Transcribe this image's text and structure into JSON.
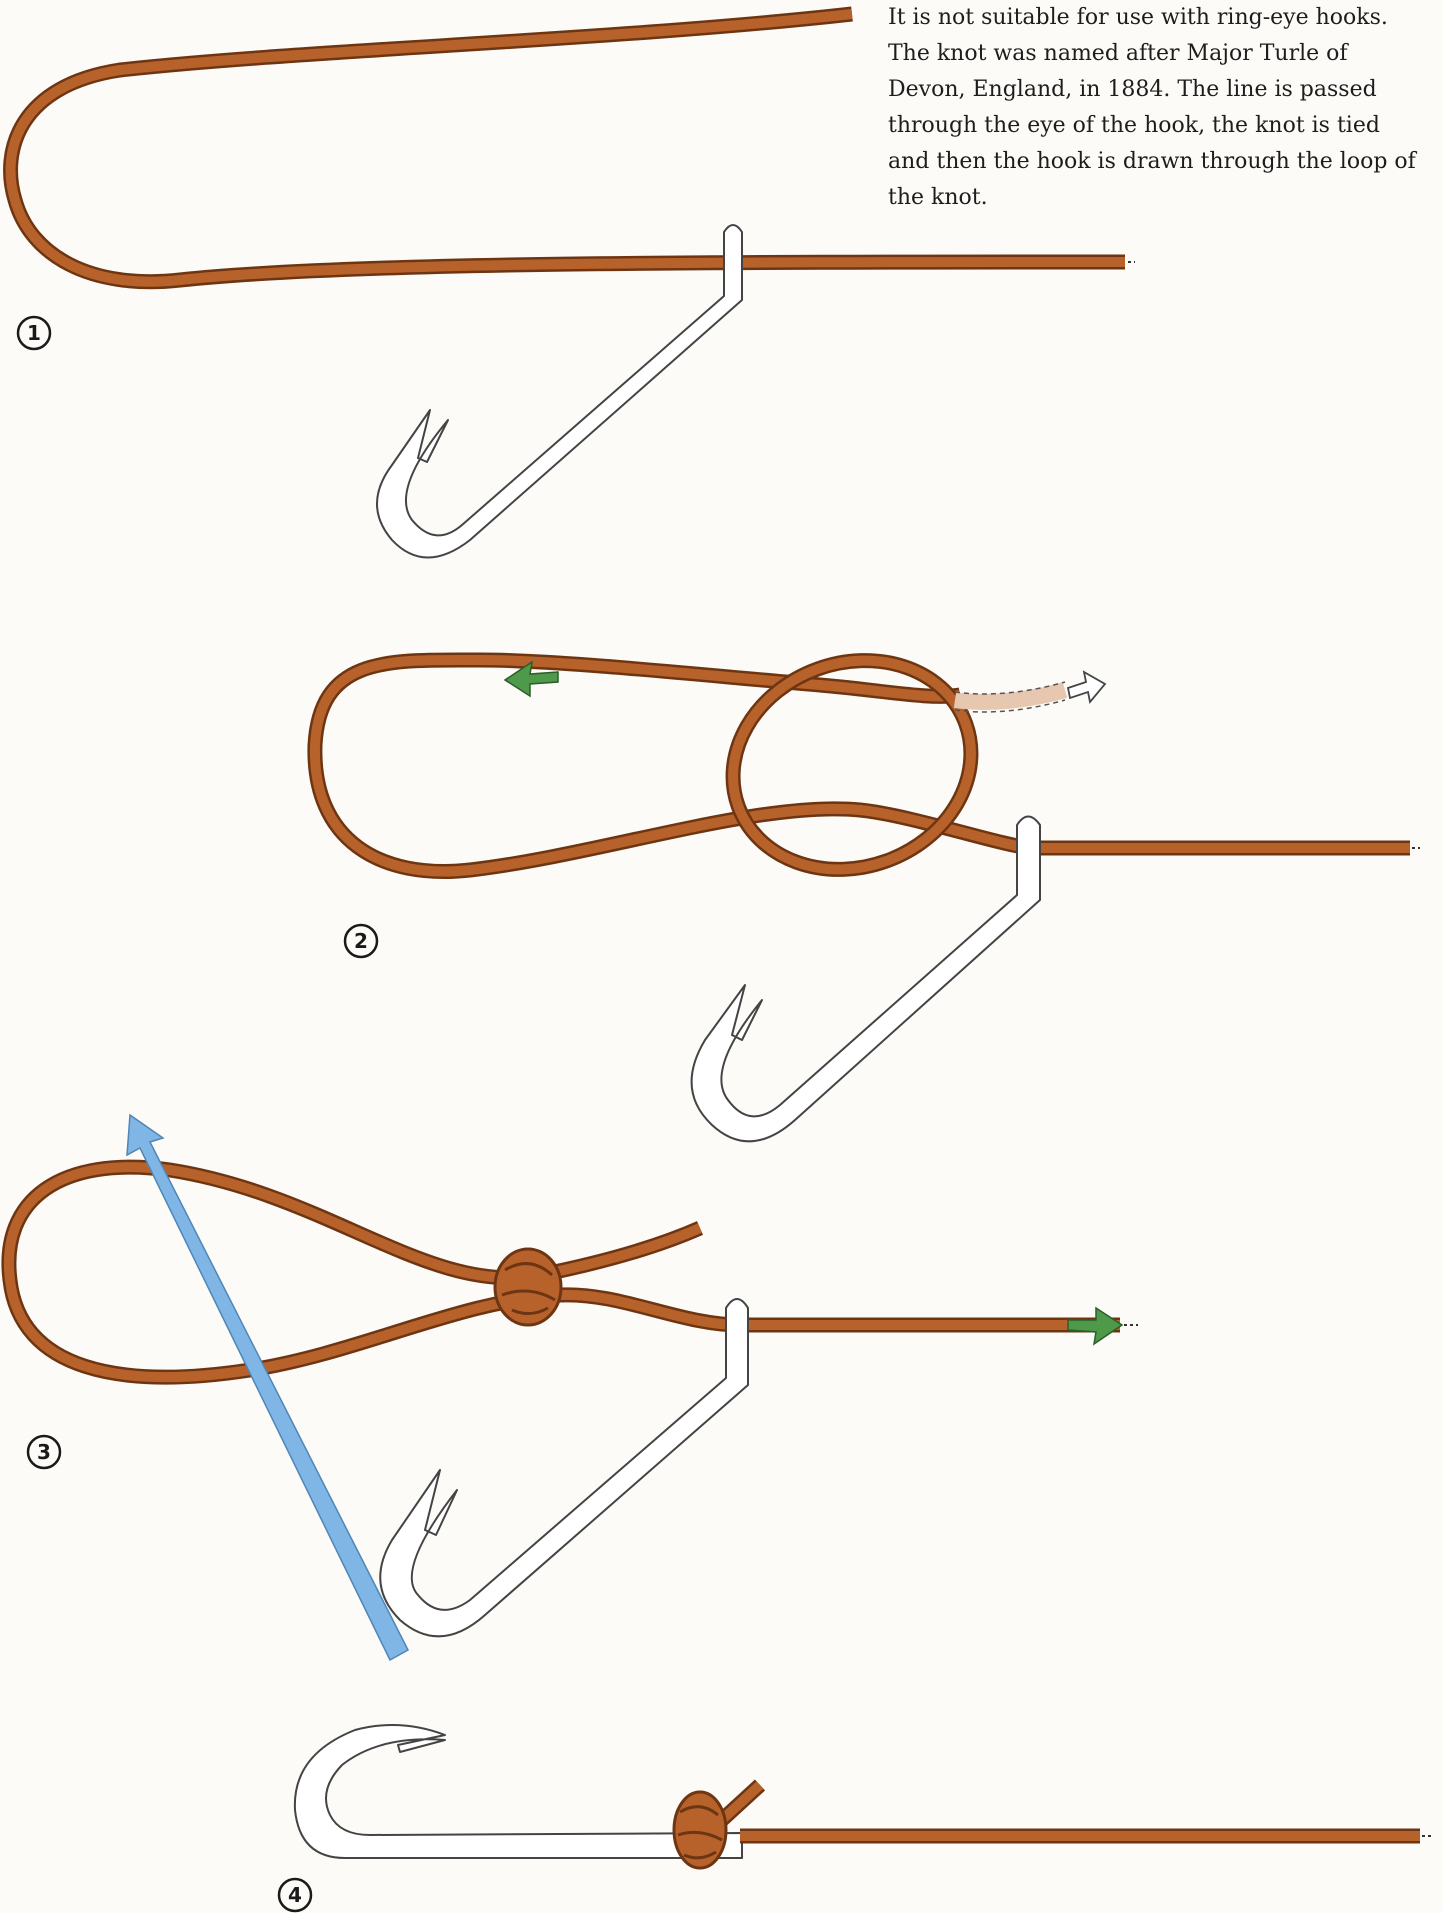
{
  "caption": {
    "lines": [
      "It is not suitable for use with ring-eye hooks.",
      "The knot was named after Major Turle of",
      "Devon, England, in 1884. The line is passed",
      "through the eye of the hook, the knot is tied",
      "and then the hook is drawn through the loop of",
      "the knot."
    ]
  },
  "steps": [
    {
      "number": "1"
    },
    {
      "number": "2"
    },
    {
      "number": "3"
    },
    {
      "number": "4"
    }
  ],
  "colors": {
    "line": "#b8622b",
    "line_edge": "#6e3512",
    "hook_fill": "#ffffff",
    "hook_edge": "#444444",
    "green_arrow": "#4e9a4a",
    "blue_arrow": "#7fb6e6"
  }
}
